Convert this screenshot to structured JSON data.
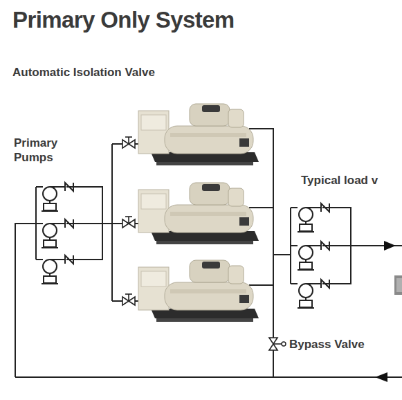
{
  "diagram": {
    "title": "Primary Only System",
    "labels": [
      "Automatic Isolation Valve",
      "Primary Pumps",
      "Typical load v",
      "Bypass Valve"
    ]
  }
}
